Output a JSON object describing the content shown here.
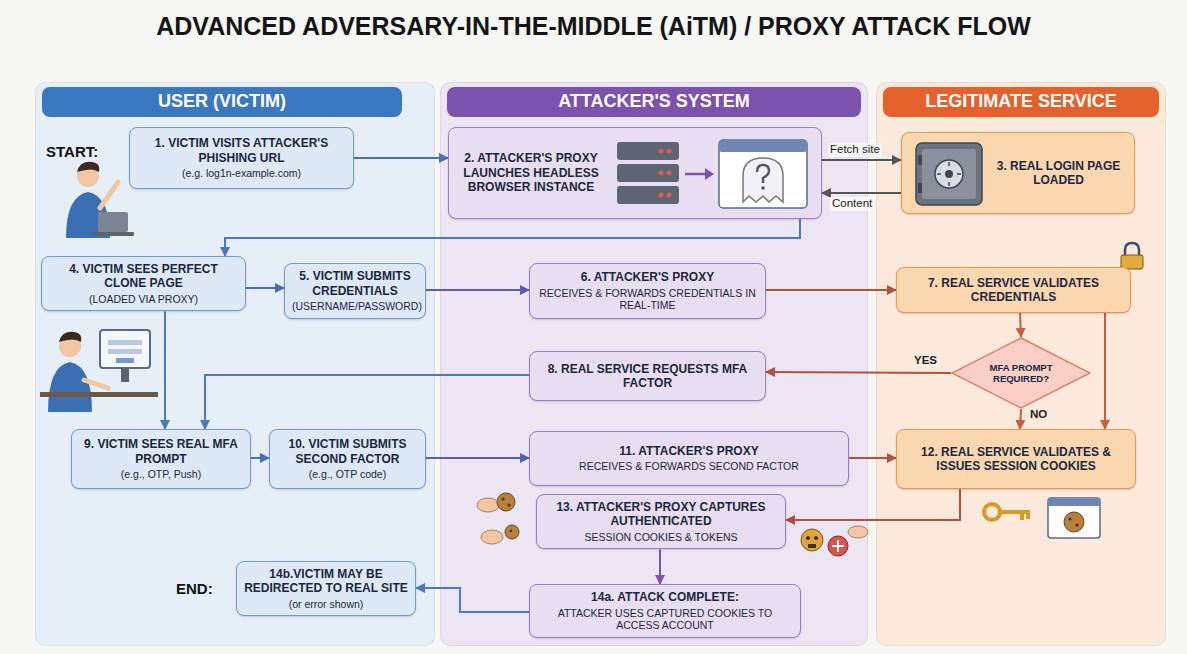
{
  "diagram": {
    "title": "ADVANCED ADVERSARY-IN-THE-MIDDLE (AiTM) / PROXY ATTACK FLOW",
    "nodes": [
      {
        "text": [
          "USER (VICTIM)"
        ]
      },
      {
        "text": [
          "ATTACKER'S SYSTEM"
        ]
      },
      {
        "text": [
          "LEGITIMATE SERVICE"
        ]
      },
      {
        "text": [
          "1. VICTIM VISITS ATTACKER'S PHISHING URL",
          "(e.g. log1n-example.com)"
        ],
        "in": 0
      },
      {
        "text": [
          "2. ATTACKER'S PROXY LAUNCHES HEADLESS BROWSER INSTANCE"
        ],
        "in": 1
      },
      {
        "text": [
          "3. REAL LOGIN PAGE LOADED"
        ],
        "in": 2
      },
      {
        "text": [
          "4. VICTIM SEES PERFECT CLONE PAGE",
          "(LOADED VIA PROXY)"
        ],
        "in": 0
      },
      {
        "text": [
          "5. VICTIM SUBMITS CREDENTIALS",
          "(USERNAME/PASSWORD)"
        ],
        "in": 0
      },
      {
        "text": [
          "6. ATTACKER'S PROXY",
          "RECEIVES & FORWARDS CREDENTIALS IN REAL-TIME"
        ],
        "in": 1
      },
      {
        "text": [
          "7. REAL SERVICE VALIDATES CREDENTIALS"
        ],
        "in": 2
      },
      {
        "text": [
          "MFA PROMPT REQUIRED?"
        ],
        "in": 2
      },
      {
        "text": [
          "8. REAL SERVICE REQUESTS MFA FACTOR"
        ],
        "in": 1
      },
      {
        "text": [
          "9. VICTIM SEES REAL MFA PROMPT",
          "(e.g., OTP, Push)"
        ],
        "in": 0
      },
      {
        "text": [
          "10. VICTIM SUBMITS SECOND FACTOR",
          "(e.g., OTP code)"
        ],
        "in": 0
      },
      {
        "text": [
          "11. ATTACKER'S PROXY",
          "RECEIVES & FORWARDS SECOND FACTOR"
        ],
        "in": 1
      },
      {
        "text": [
          "12. REAL SERVICE VALIDATES & ISSUES SESSION COOKIES"
        ],
        "in": 2
      },
      {
        "text": [
          "13. ATTACKER'S PROXY CAPTURES AUTHENTICATED",
          "SESSION COOKIES & TOKENS"
        ],
        "in": 1
      },
      {
        "text": [
          "14b.VICTIM MAY BE REDIRECTED TO REAL SITE",
          "(or error shown)"
        ],
        "in": 0
      },
      {
        "text": [
          "14a. ATTACK COMPLETE:",
          "ATTACKER USES CAPTURED COOKIES TO ACCESS ACCOUNT"
        ],
        "in": 1
      }
    ],
    "edges": [
      {
        "from": 3,
        "to": 4,
        "arrow": "to"
      },
      {
        "from": 4,
        "to": 5,
        "label": "Fetch site",
        "arrow": "to"
      },
      {
        "from": 5,
        "to": 4,
        "label": "Content",
        "arrow": "to"
      },
      {
        "from": 4,
        "to": 6,
        "arrow": "to"
      },
      {
        "from": 6,
        "to": 7,
        "arrow": "to"
      },
      {
        "from": 7,
        "to": 8,
        "arrow": "to"
      },
      {
        "from": 8,
        "to": 9,
        "arrow": "to"
      },
      {
        "from": 9,
        "to": 10,
        "arrow": "to"
      },
      {
        "from": 10,
        "to": 11,
        "label": "YES",
        "arrow": "to"
      },
      {
        "from": 10,
        "to": 15,
        "label": "NO",
        "arrow": "to"
      },
      {
        "from": 9,
        "to": 15,
        "arrow": "to"
      },
      {
        "from": 11,
        "to": 12,
        "arrow": "to"
      },
      {
        "from": 6,
        "to": 12,
        "arrow": "to"
      },
      {
        "from": 12,
        "to": 13,
        "arrow": "to"
      },
      {
        "from": 13,
        "to": 14,
        "arrow": "to"
      },
      {
        "from": 14,
        "to": 15,
        "arrow": "to"
      },
      {
        "from": 15,
        "to": 16,
        "arrow": "to"
      },
      {
        "from": 16,
        "to": 18,
        "arrow": "to"
      },
      {
        "from": 18,
        "to": 17,
        "arrow": "to"
      }
    ],
    "labels": [
      "START:",
      "END:"
    ]
  }
}
